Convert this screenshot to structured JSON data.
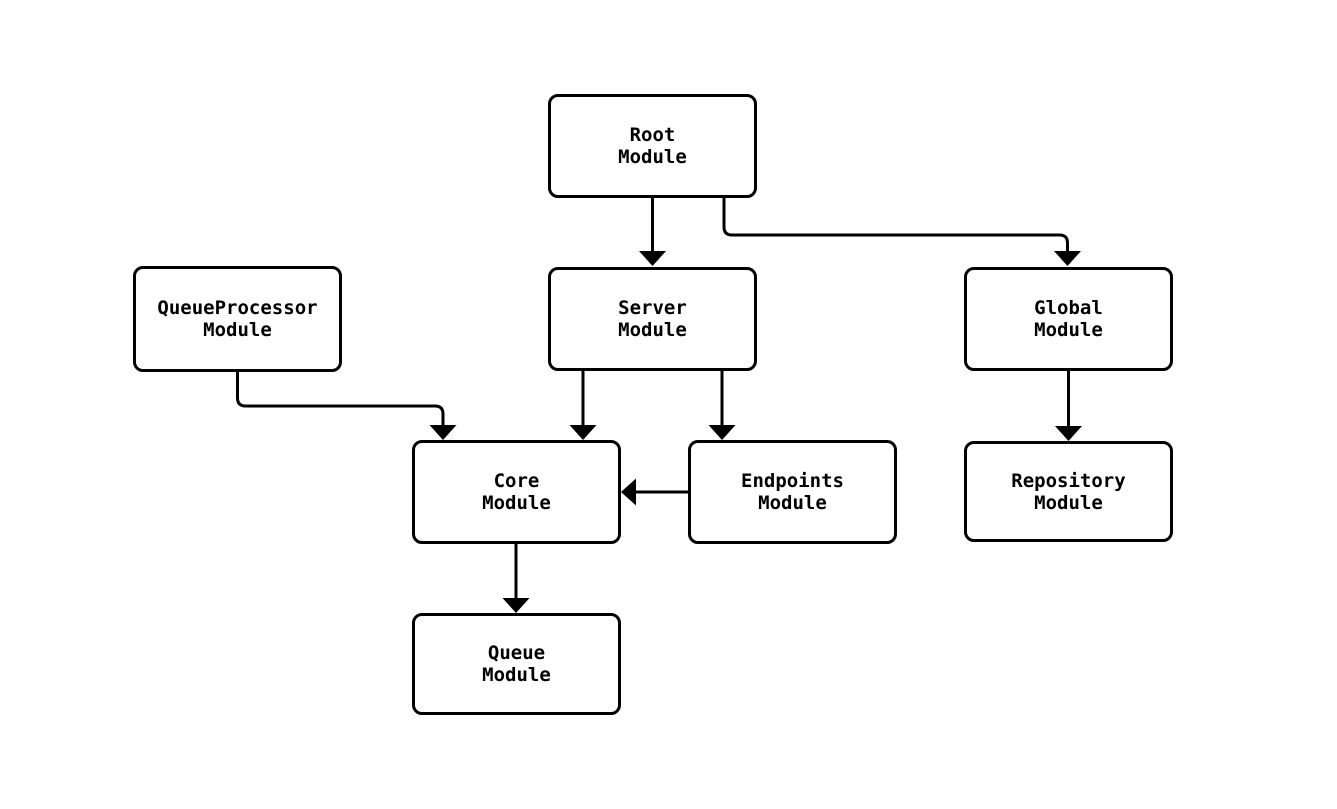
{
  "diagram": {
    "type": "flowchart",
    "background_color": "#ffffff",
    "node_fill_color": "#ffffff",
    "node_border_color": "#000000",
    "edge_color": "#000000",
    "text_color": "#000000",
    "nodes": [
      {
        "id": "root",
        "line1": "Root",
        "line2": "Module"
      },
      {
        "id": "queue-processor",
        "line1": "QueueProcessor",
        "line2": "Module"
      },
      {
        "id": "server",
        "line1": "Server",
        "line2": "Module"
      },
      {
        "id": "global",
        "line1": "Global",
        "line2": "Module"
      },
      {
        "id": "core",
        "line1": "Core",
        "line2": "Module"
      },
      {
        "id": "endpoints",
        "line1": "Endpoints",
        "line2": "Module"
      },
      {
        "id": "repository",
        "line1": "Repository",
        "line2": "Module"
      },
      {
        "id": "queue",
        "line1": "Queue",
        "line2": "Module"
      }
    ],
    "edges": [
      {
        "from": "Root Module",
        "to": "Server Module"
      },
      {
        "from": "Root Module",
        "to": "Global Module"
      },
      {
        "from": "QueueProcessor Module",
        "to": "Core Module"
      },
      {
        "from": "Server Module",
        "to": "Core Module"
      },
      {
        "from": "Server Module",
        "to": "Endpoints Module"
      },
      {
        "from": "Global Module",
        "to": "Repository Module"
      },
      {
        "from": "Endpoints Module",
        "to": "Core Module"
      },
      {
        "from": "Core Module",
        "to": "Queue Module"
      }
    ]
  }
}
